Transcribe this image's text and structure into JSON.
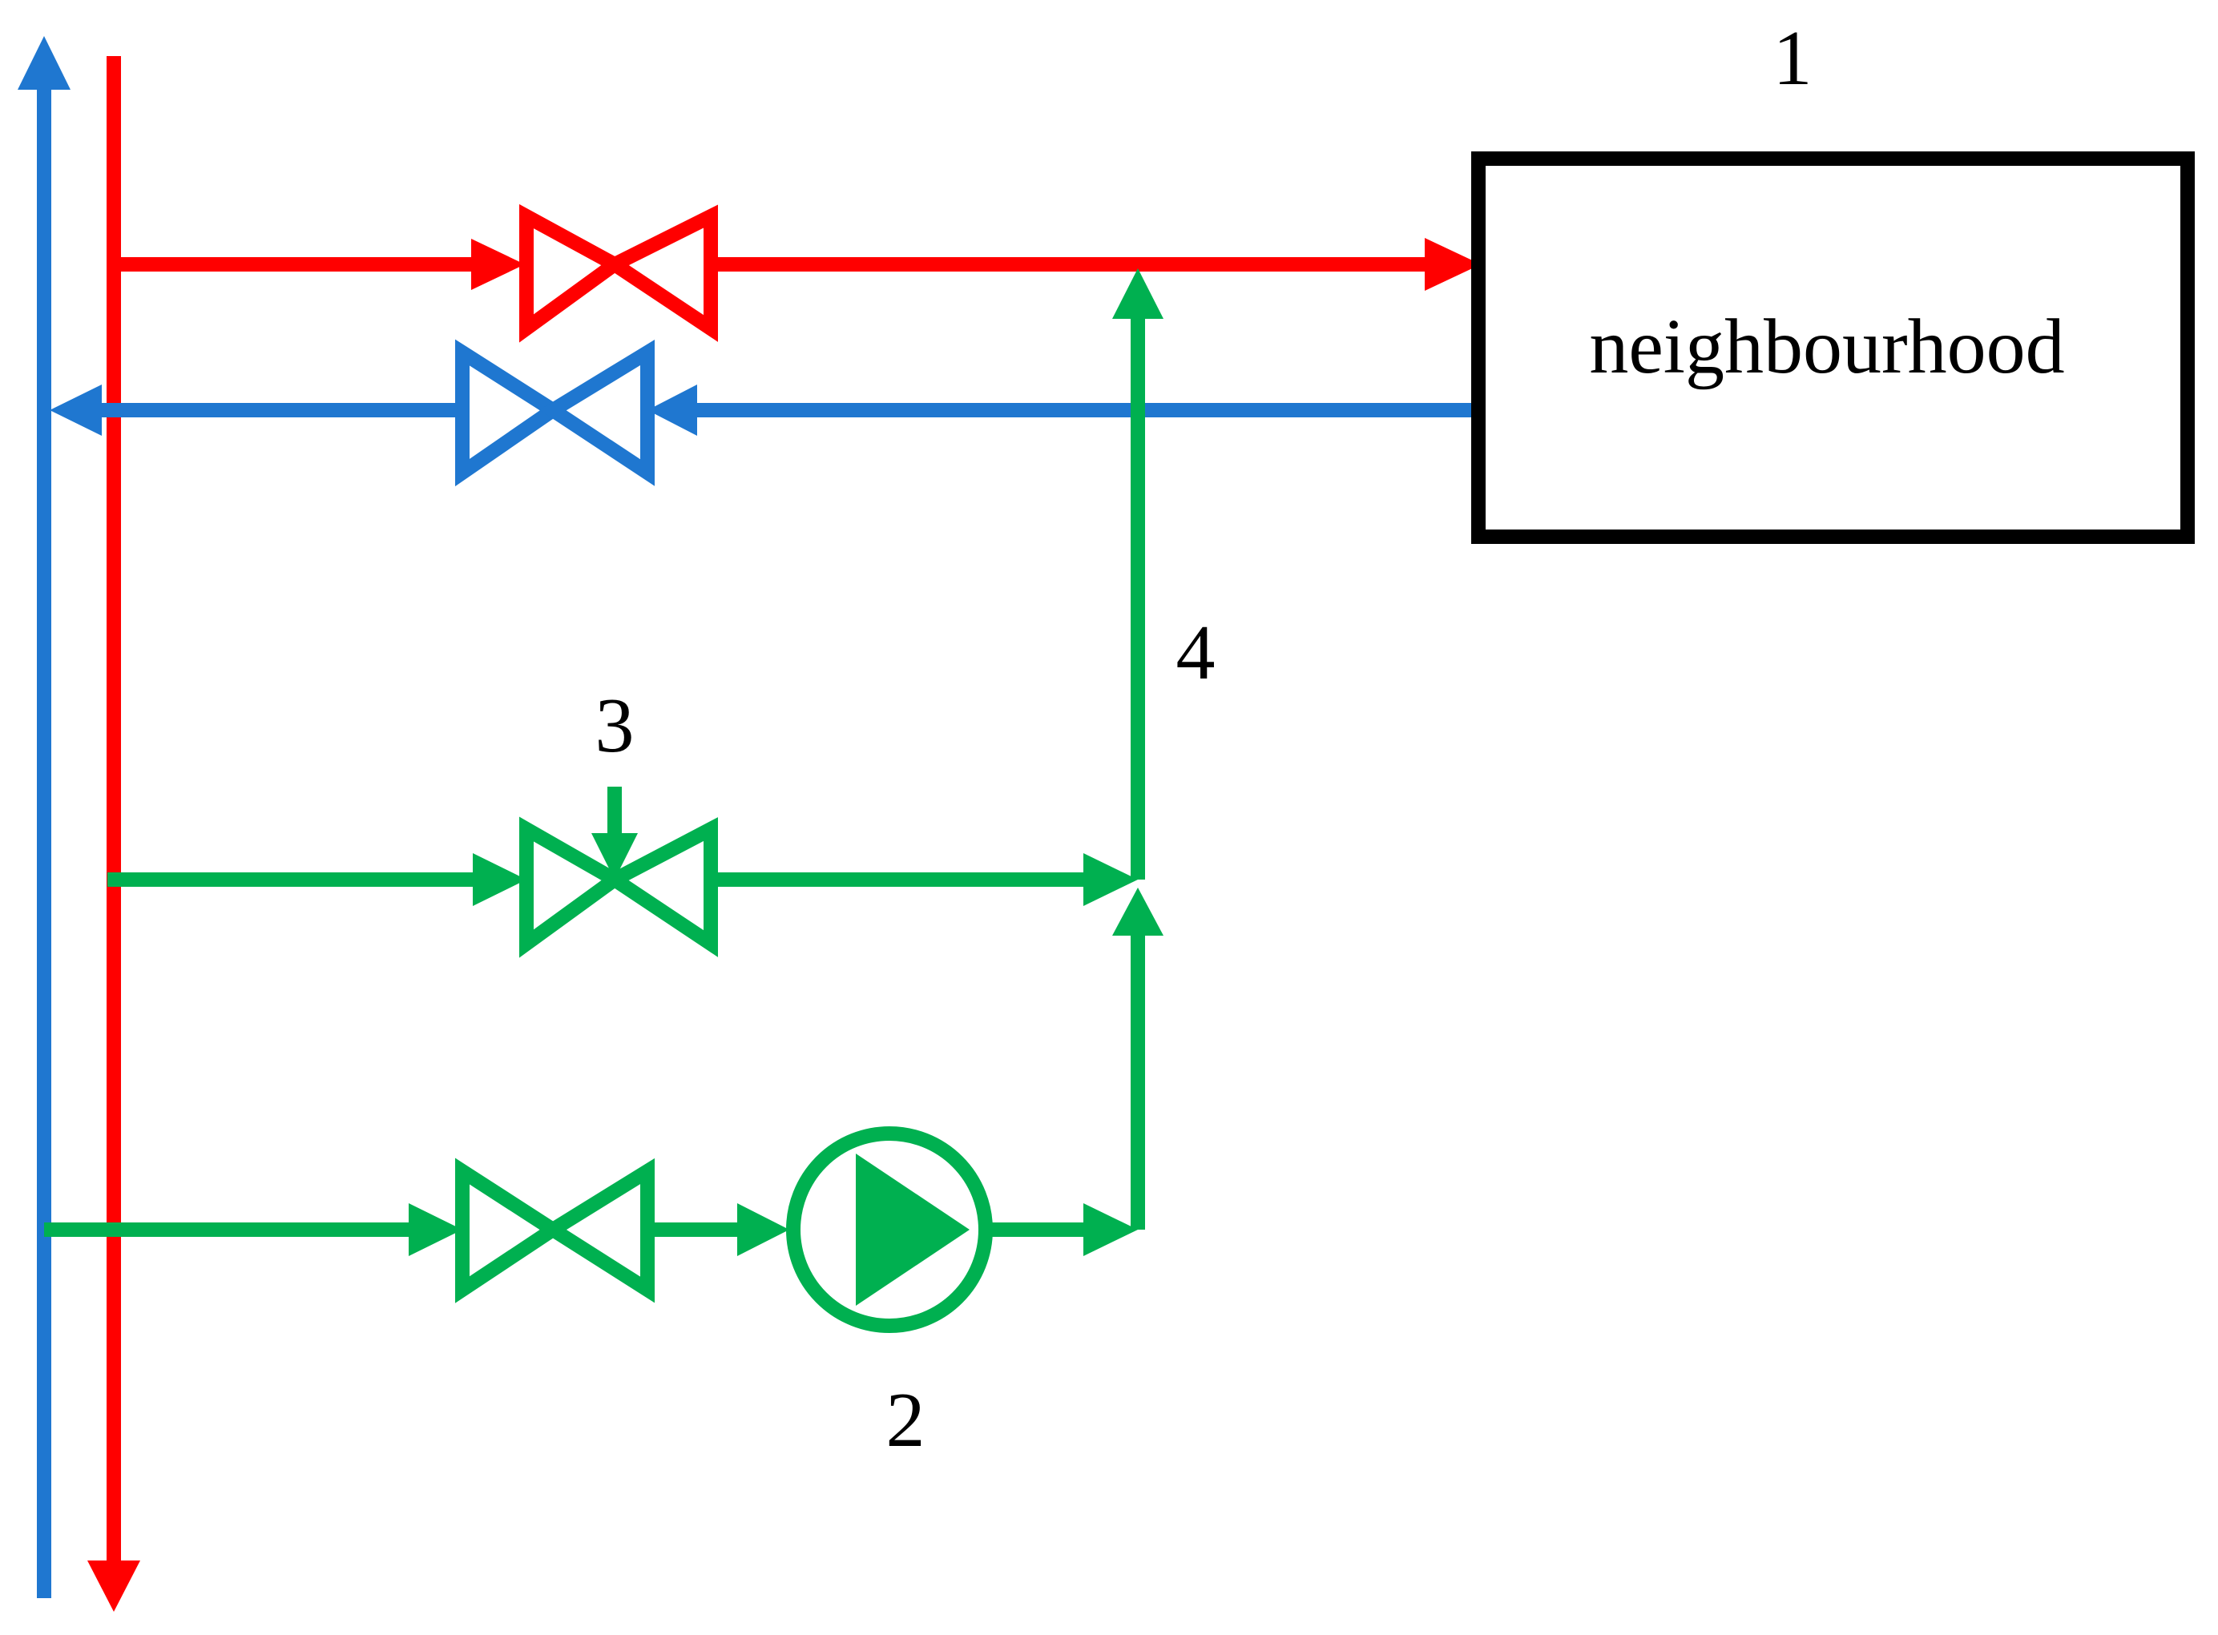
{
  "diagram": {
    "box_label": "neighbourhood",
    "labels": {
      "neighbourhood_number": "1",
      "pump_number": "2",
      "control_valve_number": "3",
      "bypass_line_number": "4"
    }
  },
  "colors": {
    "supply": "#ff0000",
    "return": "#1f77d0",
    "mixing": "#00b050",
    "outline": "#000000",
    "background": "#ffffff"
  },
  "icons": {
    "valve": "gate-valve-icon",
    "control_valve": "control-valve-icon",
    "pump": "pump-icon"
  }
}
